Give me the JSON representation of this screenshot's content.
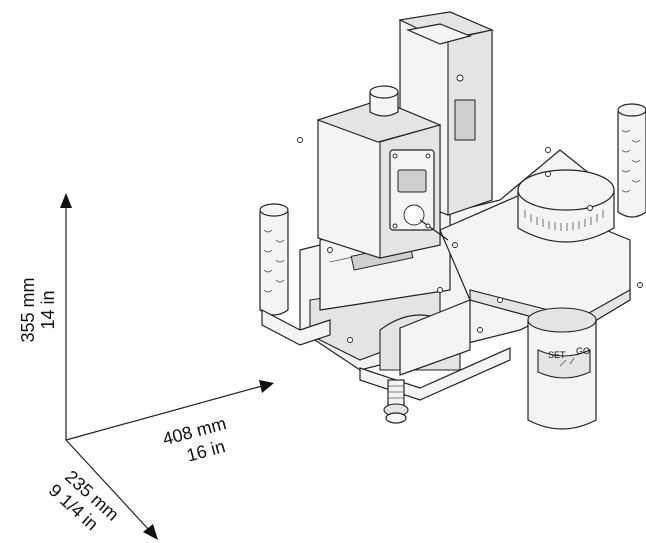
{
  "dimensions": {
    "height": {
      "metric": "355 mm",
      "imperial": "14 in"
    },
    "width": {
      "metric": "408 mm",
      "imperial": "16 in"
    },
    "depth": {
      "metric": "235 mm",
      "imperial": "9 1/4 in"
    }
  },
  "machine": {
    "dial_labels": {
      "set": "SET",
      "go": "GO"
    }
  }
}
